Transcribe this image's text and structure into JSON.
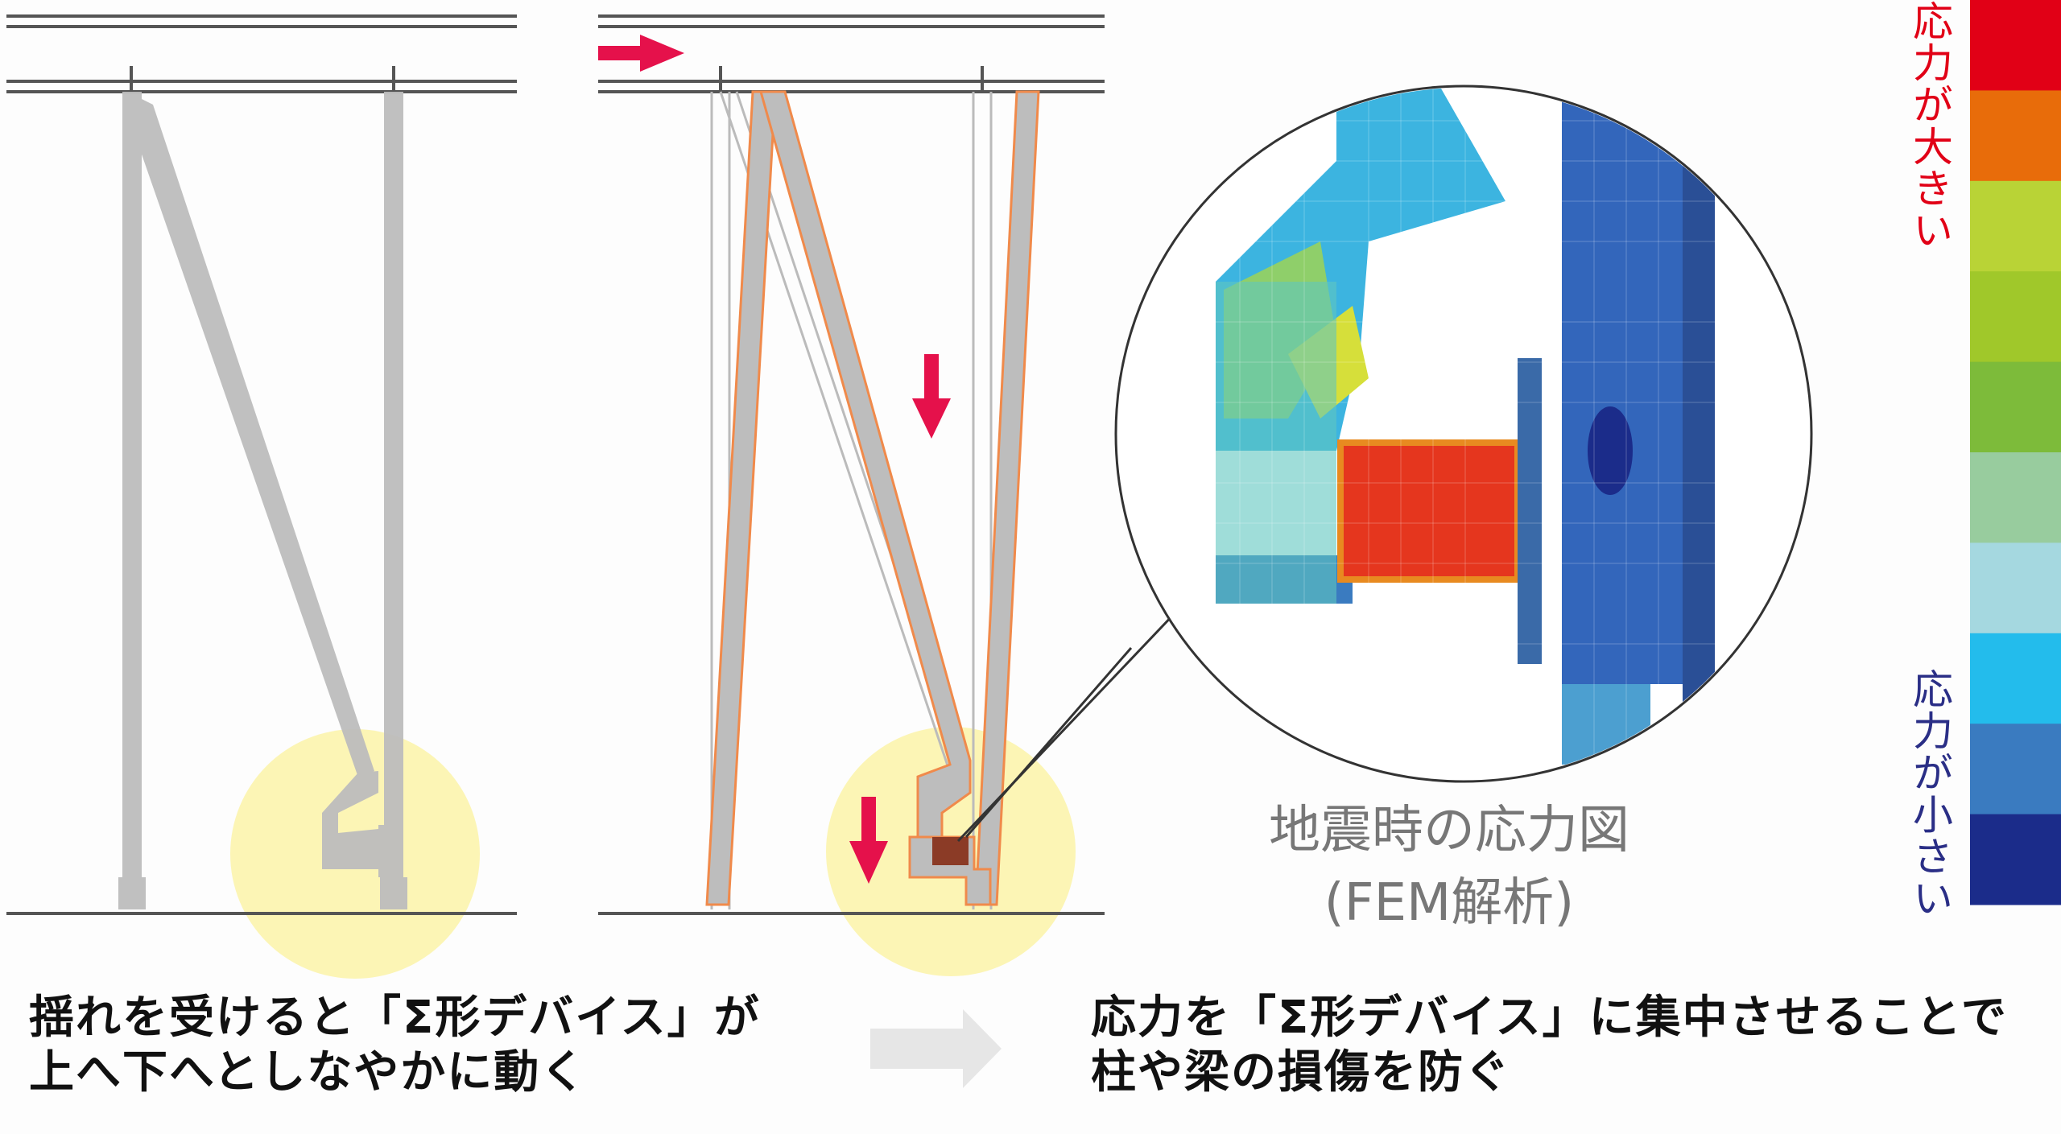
{
  "legend": {
    "high_label": "応力が大きい",
    "low_label": "応力が小さい",
    "high_color": "#e10016",
    "low_color": "#2a2e86",
    "bands": [
      "#e10016",
      "#e86c0a",
      "#b9d336",
      "#a0c82a",
      "#7dbb3a",
      "#98cc9e",
      "#a5d8e0",
      "#23bcec",
      "#3a7bc0",
      "#1b2c8a"
    ]
  },
  "fem": {
    "title": "地震時の応力図",
    "subtitle": "(FEM解析)"
  },
  "captions": {
    "left_line1": "揺れを受けると「Σ形デバイス」が",
    "left_line2": "上へ下へとしなやかに動く",
    "right_line1": "応力を「Σ形デバイス」に集中させることで",
    "right_line2": "柱や梁の損傷を防ぐ"
  },
  "colors": {
    "arrow": "#e5114b",
    "member": "#bdbdbd",
    "highlight": "#fbf3a8",
    "outline": "#f08a4b"
  }
}
